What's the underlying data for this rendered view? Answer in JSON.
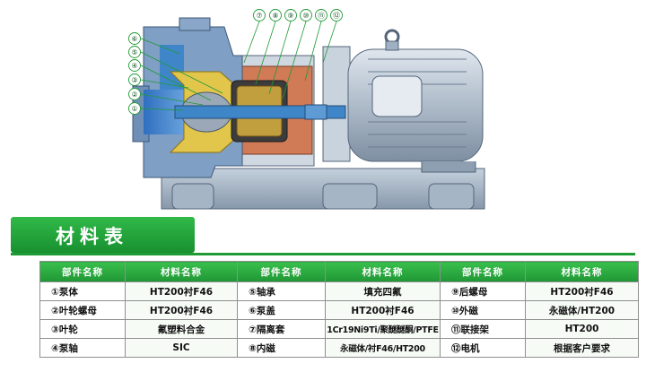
{
  "title": "材料表",
  "callouts": [
    "①",
    "②",
    "③",
    "④",
    "⑤",
    "⑥",
    "⑦",
    "⑧",
    "⑨",
    "⑩",
    "⑪",
    "⑫"
  ],
  "table": {
    "headers": [
      "部件名称",
      "材料名称",
      "部件名称",
      "材料名称",
      "部件名称",
      "材料名称"
    ],
    "rows": [
      [
        "①泵体",
        "HT200衬F46",
        "⑤轴承",
        "填充四氟",
        "⑨后螺母",
        "HT200衬F46"
      ],
      [
        "②叶轮螺母",
        "HT200衬F46",
        "⑥泵盖",
        "HT200衬F46",
        "⑩外磁",
        "永磁体/HT200"
      ],
      [
        "③叶轮",
        "氟塑料合金",
        "⑦隔离套",
        "1Cr19Ni9Ti/聚醚醚酮/PTFE",
        "⑪联接架",
        "HT200"
      ],
      [
        "④泵轴",
        "SIC",
        "⑧内磁",
        "永磁体/衬F46/HT200",
        "⑫电机",
        "根据客户要求"
      ]
    ]
  },
  "colors": {
    "accent_green": "#1f9a35",
    "pump_body_blue": "#7f9fc4",
    "motor_gray": "#b7c4d1",
    "shaft_blue": "#3f86c9",
    "bracket_red": "#d07a56",
    "impeller_yellow": "#e2c64b"
  }
}
